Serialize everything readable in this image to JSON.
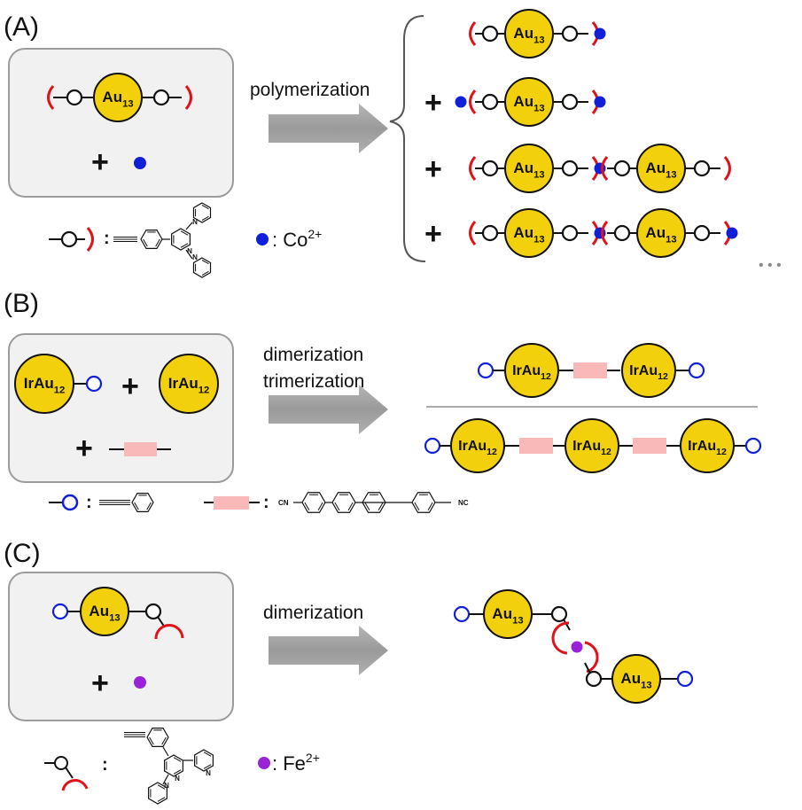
{
  "panel_a": {
    "label": "(A)",
    "process": "polymerization",
    "core": "Au",
    "core_sub": "13",
    "co_label": ": Co",
    "co_sup": "2+",
    "ligand_colon": ":",
    "ellipsis": "• • •",
    "colors": {
      "core": "#f2d10c",
      "ligand_arc": "#e0131a",
      "co_ion": "#1020d8"
    }
  },
  "panel_b": {
    "label": "(B)",
    "process_line1": "dimerization",
    "process_line2": "trimerization",
    "core": "IrAu",
    "core_sub": "12",
    "ligand_colon": ":",
    "linker_colon": ":",
    "cn_left": "CN",
    "cn_right": "NC",
    "colors": {
      "core": "#f2d10c",
      "phenylacetylide": "#1020d8",
      "linker": "#f9b9b9"
    }
  },
  "panel_c": {
    "label": "(C)",
    "process": "dimerization",
    "core": "Au",
    "core_sub": "13",
    "fe_label": ": Fe",
    "fe_sup": "2+",
    "ligand_colon": ":",
    "colors": {
      "core": "#f2d10c",
      "fe_ion": "#9a22d8",
      "ligand_arc": "#e0131a"
    }
  },
  "common": {
    "plus": "+",
    "pyridine_n": "N"
  }
}
